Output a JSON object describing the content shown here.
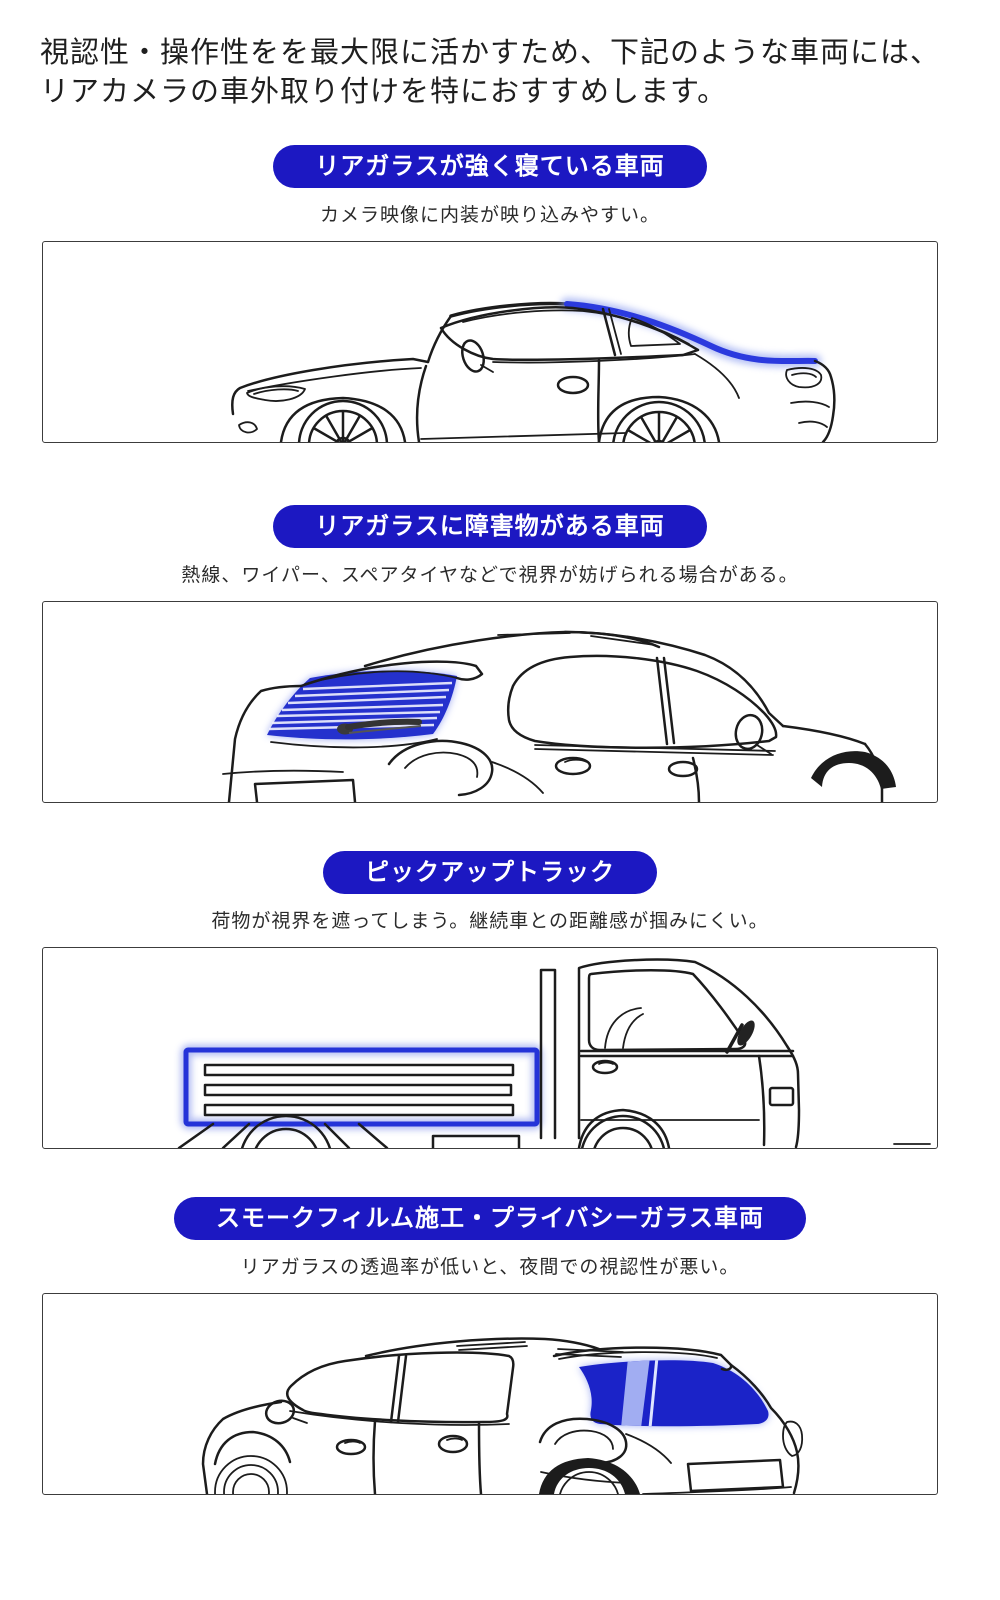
{
  "header": {
    "line1": "視認性・操作性をを最大限に活かすため、下記のような車両には、",
    "line2": "リアカメラの車外取り付けを特におすすめします。"
  },
  "colors": {
    "badge_bg": "#1c18c2",
    "badge_text": "#ffffff",
    "highlight_blue": "#2433d8",
    "highlight_glow": "#8fa0f0",
    "line_art": "#1c1c1c",
    "frame_border": "#3c3c3c"
  },
  "sections": [
    {
      "badge": "リアガラスが強く寝ている車両",
      "description": "カメラ映像に内装が映り込みやすい。",
      "illustration": "coupe-sloped-rear-glass-side-view"
    },
    {
      "badge": "リアガラスに障害物がある車両",
      "description": "熱線、ワイパー、スペアタイヤなどで視界が妨げられる場合がある。",
      "illustration": "hatchback-rear-window-defroster-and-wiper"
    },
    {
      "badge": "ピックアップトラック",
      "description": "荷物が視界を遮ってしまう。継続車との距離感が掴みにくい。",
      "illustration": "kei-pickup-truck-cargo-bed"
    },
    {
      "badge": "スモークフィルム施工・プライバシーガラス車両",
      "description": "リアガラスの透過率が低いと、夜間での視認性が悪い。",
      "illustration": "hatchback-tinted-rear-window"
    }
  ]
}
